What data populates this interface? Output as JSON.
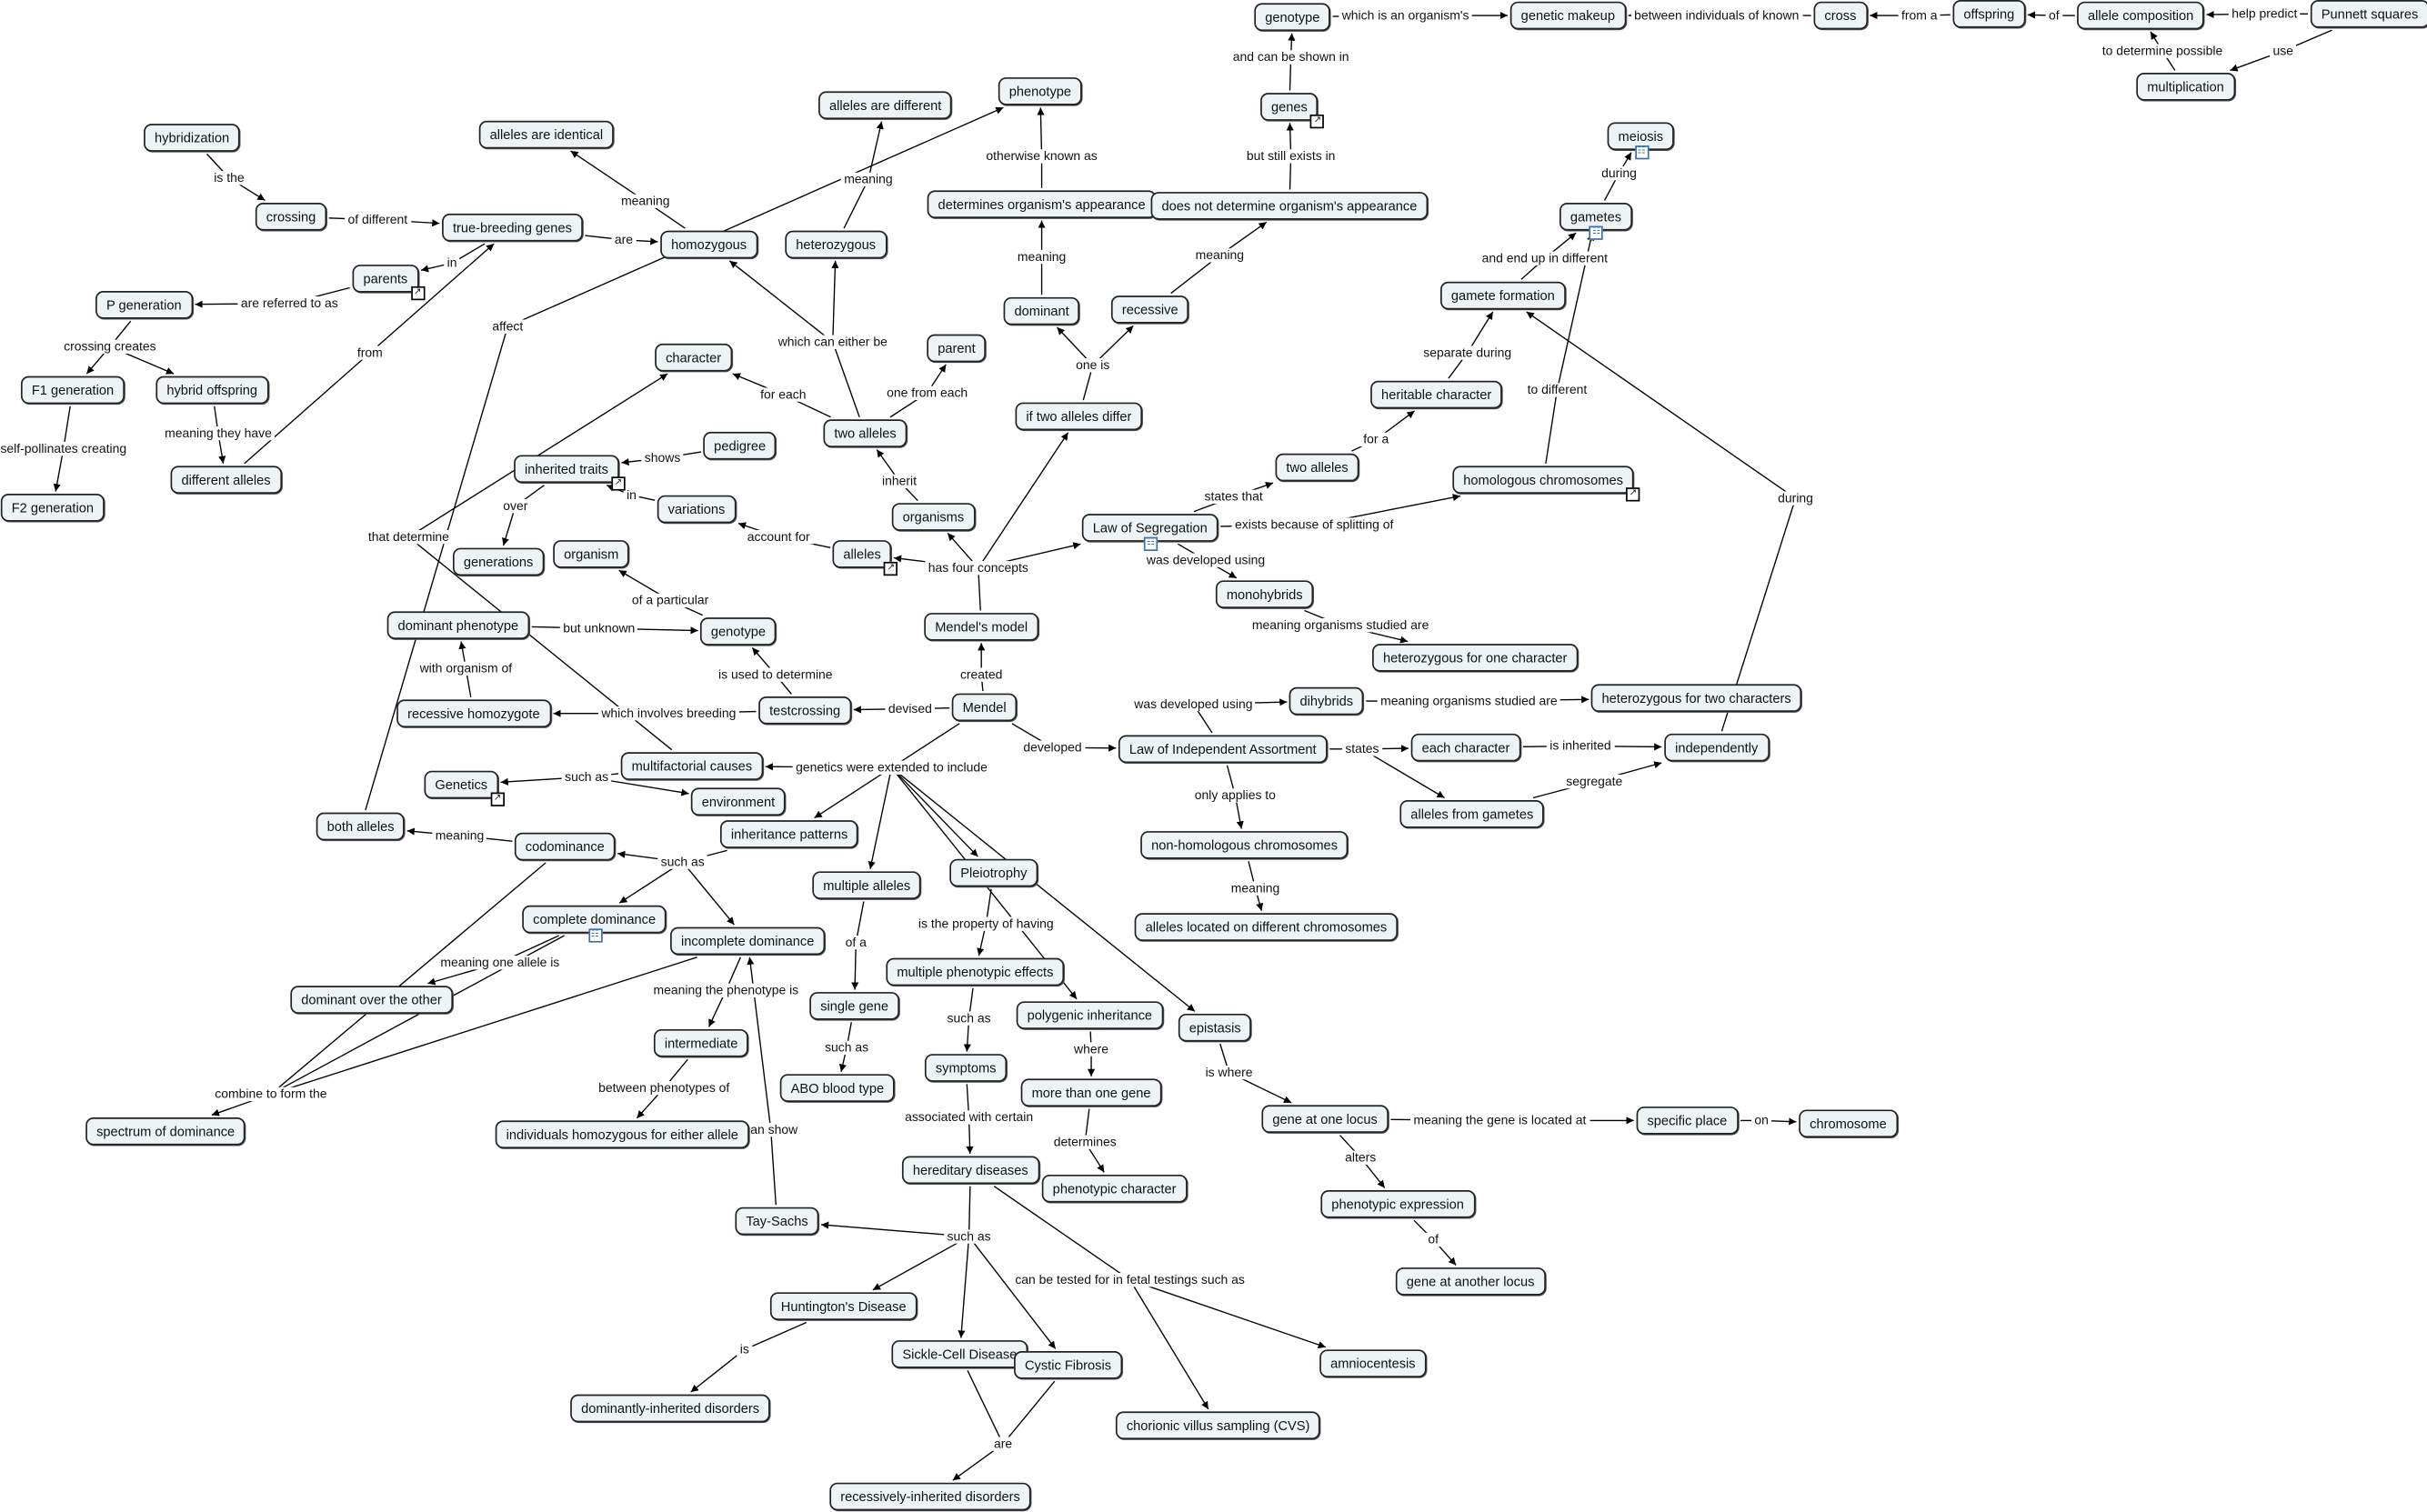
{
  "nodes": [
    {
      "id": "genotype_top",
      "text": "genotype"
    },
    {
      "id": "genetic_makeup",
      "text": "genetic makeup"
    },
    {
      "id": "cross",
      "text": "cross"
    },
    {
      "id": "offspring",
      "text": "offspring"
    },
    {
      "id": "allele_composition",
      "text": "allele composition"
    },
    {
      "id": "punnett",
      "text": "Punnett squares"
    },
    {
      "id": "multiplication",
      "text": "multiplication"
    },
    {
      "id": "genes",
      "text": "genes",
      "icon": "shortcut"
    },
    {
      "id": "phenotype",
      "text": "phenotype"
    },
    {
      "id": "alleles_different",
      "text": "alleles are different"
    },
    {
      "id": "alleles_identical",
      "text": "alleles are identical"
    },
    {
      "id": "hybridization",
      "text": "hybridization"
    },
    {
      "id": "meiosis",
      "text": "meiosis",
      "icon": "cmap"
    },
    {
      "id": "determines",
      "text": "determines organism's appearance"
    },
    {
      "id": "doesnot",
      "text": "does not determine organism's appearance"
    },
    {
      "id": "gametes",
      "text": "gametes",
      "icon": "cmap"
    },
    {
      "id": "crossing",
      "text": "crossing"
    },
    {
      "id": "truebreeding",
      "text": "true-breeding genes"
    },
    {
      "id": "homozygous",
      "text": "homozygous"
    },
    {
      "id": "heterozygous",
      "text": "heterozygous"
    },
    {
      "id": "parents",
      "text": "parents",
      "icon": "shortcut"
    },
    {
      "id": "gamete_formation",
      "text": "gamete formation"
    },
    {
      "id": "pgen",
      "text": "P generation"
    },
    {
      "id": "dominant",
      "text": "dominant"
    },
    {
      "id": "recessive",
      "text": "recessive"
    },
    {
      "id": "character",
      "text": "character"
    },
    {
      "id": "parent",
      "text": "parent"
    },
    {
      "id": "f1",
      "text": "F1 generation"
    },
    {
      "id": "hybrid_offspring",
      "text": "hybrid offspring"
    },
    {
      "id": "heritable",
      "text": "heritable character"
    },
    {
      "id": "iftwo",
      "text": "if two alleles differ"
    },
    {
      "id": "two_alleles",
      "text": "two alleles"
    },
    {
      "id": "pedigree",
      "text": "pedigree"
    },
    {
      "id": "inherited_traits",
      "text": "inherited traits",
      "icon": "shortcut"
    },
    {
      "id": "two_alleles2",
      "text": "two alleles"
    },
    {
      "id": "homologous",
      "text": "homologous chromosomes",
      "icon": "shortcut"
    },
    {
      "id": "different_alleles",
      "text": "different alleles"
    },
    {
      "id": "f2",
      "text": "F2 generation"
    },
    {
      "id": "variations",
      "text": "variations"
    },
    {
      "id": "organisms",
      "text": "organisms"
    },
    {
      "id": "law_seg",
      "text": "Law of Segregation",
      "icon": "cmap"
    },
    {
      "id": "organism",
      "text": "organism"
    },
    {
      "id": "alleles",
      "text": "alleles",
      "icon": "shortcut"
    },
    {
      "id": "generations",
      "text": "generations"
    },
    {
      "id": "monohybrids",
      "text": "monohybrids"
    },
    {
      "id": "mendels_model",
      "text": "Mendel's model"
    },
    {
      "id": "dominant_phenotype",
      "text": "dominant phenotype"
    },
    {
      "id": "genotype_mid",
      "text": "genotype"
    },
    {
      "id": "het_one",
      "text": "heterozygous for one character"
    },
    {
      "id": "dihybrids",
      "text": "dihybrids"
    },
    {
      "id": "het_two",
      "text": "heterozygous for two characters"
    },
    {
      "id": "mendel",
      "text": "Mendel"
    },
    {
      "id": "testcrossing",
      "text": "testcrossing"
    },
    {
      "id": "recessive_homozygote",
      "text": "recessive homozygote"
    },
    {
      "id": "law_ia",
      "text": "Law of Independent Assortment"
    },
    {
      "id": "each_character",
      "text": "each character"
    },
    {
      "id": "independently",
      "text": "independently"
    },
    {
      "id": "multifactorial",
      "text": "multifactorial causes"
    },
    {
      "id": "genetics",
      "text": "Genetics",
      "icon": "shortcut"
    },
    {
      "id": "environment",
      "text": "environment"
    },
    {
      "id": "alleles_gametes",
      "text": "alleles from gametes"
    },
    {
      "id": "both_alleles",
      "text": "both alleles"
    },
    {
      "id": "inheritance_patterns",
      "text": "inheritance patterns"
    },
    {
      "id": "codominance",
      "text": "codominance"
    },
    {
      "id": "nonhomologous",
      "text": "non-homologous chromosomes"
    },
    {
      "id": "multiple_alleles",
      "text": "multiple alleles"
    },
    {
      "id": "pleiotrophy",
      "text": "Pleiotrophy"
    },
    {
      "id": "complete_dominance",
      "text": "complete dominance",
      "icon": "cmap"
    },
    {
      "id": "incomplete_dominance",
      "text": "incomplete dominance"
    },
    {
      "id": "alleles_located",
      "text": "alleles located on different chromosomes"
    },
    {
      "id": "multiple_effects",
      "text": "multiple phenotypic effects"
    },
    {
      "id": "dominant_over",
      "text": "dominant over the other"
    },
    {
      "id": "single_gene",
      "text": "single gene"
    },
    {
      "id": "polygenic",
      "text": "polygenic inheritance"
    },
    {
      "id": "epistasis",
      "text": "epistasis"
    },
    {
      "id": "intermediate",
      "text": "intermediate"
    },
    {
      "id": "symptoms",
      "text": "symptoms"
    },
    {
      "id": "abo",
      "text": "ABO blood type"
    },
    {
      "id": "more_than_one",
      "text": "more than one gene"
    },
    {
      "id": "gene_one_locus",
      "text": "gene at one locus"
    },
    {
      "id": "specific_place",
      "text": "specific place"
    },
    {
      "id": "chromosome",
      "text": "chromosome"
    },
    {
      "id": "spectrum",
      "text": "spectrum of dominance"
    },
    {
      "id": "individuals_homo",
      "text": "individuals homozygous for either allele"
    },
    {
      "id": "hereditary",
      "text": "hereditary diseases"
    },
    {
      "id": "phenotypic_character",
      "text": "phenotypic character"
    },
    {
      "id": "phenotypic_expression",
      "text": "phenotypic expression"
    },
    {
      "id": "taysachs",
      "text": "Tay-Sachs"
    },
    {
      "id": "gene_another_locus",
      "text": "gene at another locus"
    },
    {
      "id": "huntingtons",
      "text": "Huntington's Disease"
    },
    {
      "id": "sickle",
      "text": "Sickle-Cell Disease"
    },
    {
      "id": "cystic",
      "text": "Cystic Fibrosis"
    },
    {
      "id": "amnio",
      "text": "amniocentesis"
    },
    {
      "id": "dominantly",
      "text": "dominantly-inherited disorders"
    },
    {
      "id": "cvs",
      "text": "chorionic villus sampling (CVS)"
    },
    {
      "id": "recessively",
      "text": "recessively-inherited disorders"
    }
  ],
  "links": [
    {
      "label": "which is an organism's",
      "from": "genotype_top",
      "to": [
        "genetic_makeup"
      ]
    },
    {
      "label": "between individuals of known",
      "from": "cross",
      "to": [
        "genetic_makeup"
      ]
    },
    {
      "label": "from a",
      "from": "offspring",
      "to": [
        "cross"
      ]
    },
    {
      "label": "of",
      "from": "allele_composition",
      "to": [
        "offspring"
      ]
    },
    {
      "label": "help predict",
      "from": "punnett",
      "to": [
        "allele_composition"
      ]
    },
    {
      "label": "use",
      "from": "punnett",
      "to": [
        "multiplication"
      ]
    },
    {
      "label": "to determine possible",
      "from": "multiplication",
      "to": [
        "allele_composition"
      ]
    },
    {
      "label": "and can be shown in",
      "from": "genes",
      "to": [
        "genotype_top"
      ]
    },
    {
      "label": "but still exists in",
      "from": "doesnot",
      "to": [
        "genes"
      ]
    },
    {
      "label": "otherwise known as",
      "from": "determines",
      "to": [
        "phenotype"
      ]
    },
    {
      "label": "meaning",
      "from": "dominant",
      "to": [
        "determines"
      ]
    },
    {
      "label": "meaning",
      "from": "recessive",
      "to": [
        "doesnot"
      ]
    },
    {
      "label": "one is",
      "from": "iftwo",
      "to": [
        "dominant",
        "recessive"
      ]
    },
    {
      "label": "meaning",
      "from": "heterozygous",
      "to": [
        "alleles_different"
      ]
    },
    {
      "label": "meaning",
      "from": "homozygous",
      "to": [
        "alleles_identical"
      ]
    },
    {
      "label": "during",
      "from": "gametes",
      "to": [
        "meiosis"
      ]
    },
    {
      "label": "and end up in different",
      "from": "gamete_formation",
      "to": [
        "gametes"
      ]
    },
    {
      "label": "separate during",
      "from": "heritable",
      "to": [
        "gamete_formation"
      ]
    },
    {
      "label": "for a",
      "from": "two_alleles2",
      "to": [
        "heritable"
      ]
    },
    {
      "label": "to different",
      "from": "homologous",
      "to": [
        "gametes"
      ]
    },
    {
      "label": "during",
      "from": "independently",
      "to": [
        "gamete_formation"
      ]
    },
    {
      "label": "is the",
      "from": "hybridization",
      "to": [
        "crossing"
      ]
    },
    {
      "label": "of different",
      "from": "crossing",
      "to": [
        "truebreeding"
      ]
    },
    {
      "label": "are",
      "from": "truebreeding",
      "to": [
        "homozygous"
      ]
    },
    {
      "label": "in",
      "from": "truebreeding",
      "to": [
        "parents"
      ]
    },
    {
      "label": "are referred to as",
      "from": "parents",
      "to": [
        "pgen"
      ]
    },
    {
      "label": "crossing creates",
      "from": "pgen",
      "to": [
        "f1",
        "hybrid_offspring"
      ]
    },
    {
      "label": "self-pollinates creating",
      "from": "f1",
      "to": [
        "f2"
      ]
    },
    {
      "label": "meaning they have",
      "from": "hybrid_offspring",
      "to": [
        "different_alleles"
      ]
    },
    {
      "label": "from",
      "from": "different_alleles",
      "to": [
        "truebreeding"
      ]
    },
    {
      "label": "affect",
      "from": "both_alleles",
      "to": [
        "phenotype"
      ]
    },
    {
      "label": "that determine",
      "from": "multifactorial",
      "to": [
        "character"
      ]
    },
    {
      "label": "which can either be",
      "from": "two_alleles",
      "to": [
        "homozygous",
        "heterozygous"
      ]
    },
    {
      "label": "for each",
      "from": "two_alleles",
      "to": [
        "character"
      ]
    },
    {
      "label": "one from each",
      "from": "two_alleles",
      "to": [
        "parent"
      ]
    },
    {
      "label": "inherit",
      "from": "organisms",
      "to": [
        "two_alleles"
      ]
    },
    {
      "label": "has four concepts",
      "from": "mendels_model",
      "to": [
        "organisms",
        "alleles",
        "iftwo",
        "law_seg"
      ]
    },
    {
      "label": "shows",
      "from": "pedigree",
      "to": [
        "inherited_traits"
      ]
    },
    {
      "label": "over",
      "from": "inherited_traits",
      "to": [
        "generations"
      ]
    },
    {
      "label": "in",
      "from": "variations",
      "to": [
        "inherited_traits"
      ]
    },
    {
      "label": "account for",
      "from": "alleles",
      "to": [
        "variations"
      ]
    },
    {
      "label": "of a particular",
      "from": "genotype_mid",
      "to": [
        "organism"
      ]
    },
    {
      "label": "but unknown",
      "from": "dominant_phenotype",
      "to": [
        "genotype_mid"
      ]
    },
    {
      "label": "with organism of",
      "from": "recessive_homozygote",
      "to": [
        "dominant_phenotype"
      ]
    },
    {
      "label": "is used to determine",
      "from": "testcrossing",
      "to": [
        "genotype_mid"
      ]
    },
    {
      "label": "which involves breeding",
      "from": "testcrossing",
      "to": [
        "recessive_homozygote"
      ]
    },
    {
      "label": "devised",
      "from": "mendel",
      "to": [
        "testcrossing"
      ]
    },
    {
      "label": "created",
      "from": "mendel",
      "to": [
        "mendels_model"
      ]
    },
    {
      "label": "developed",
      "from": "mendel",
      "to": [
        "law_ia"
      ]
    },
    {
      "label": "states that",
      "from": "law_seg",
      "to": [
        "two_alleles2"
      ]
    },
    {
      "label": "exists because of splitting of",
      "from": "law_seg",
      "to": [
        "homologous"
      ]
    },
    {
      "label": "was developed using",
      "from": "law_seg",
      "to": [
        "monohybrids"
      ]
    },
    {
      "label": "meaning organisms studied are",
      "from": "monohybrids",
      "to": [
        "het_one"
      ]
    },
    {
      "label": "was developed using",
      "from": "law_ia",
      "to": [
        "dihybrids"
      ]
    },
    {
      "label": "meaning organisms studied are",
      "from": "dihybrids",
      "to": [
        "het_two"
      ]
    },
    {
      "label": "states",
      "from": "law_ia",
      "to": [
        "each_character",
        "alleles_gametes"
      ]
    },
    {
      "label": "is inherited",
      "from": "each_character",
      "to": [
        "independently"
      ]
    },
    {
      "label": "segregate",
      "from": "alleles_gametes",
      "to": [
        "independently"
      ]
    },
    {
      "label": "only applies to",
      "from": "law_ia",
      "to": [
        "nonhomologous"
      ]
    },
    {
      "label": "meaning",
      "from": "nonhomologous",
      "to": [
        "alleles_located"
      ]
    },
    {
      "label": "genetics were extended to include",
      "from": "mendel",
      "to": [
        "multifactorial",
        "inheritance_patterns",
        "multiple_alleles",
        "pleiotrophy",
        "polygenic",
        "epistasis"
      ]
    },
    {
      "label": "such as",
      "from": "multifactorial",
      "to": [
        "genetics",
        "environment"
      ]
    },
    {
      "label": "meaning",
      "from": "codominance",
      "to": [
        "both_alleles"
      ]
    },
    {
      "label": "such as",
      "from": "inheritance_patterns",
      "to": [
        "codominance",
        "complete_dominance",
        "incomplete_dominance"
      ]
    },
    {
      "label": "meaning one allele is",
      "from": "complete_dominance",
      "to": [
        "dominant_over"
      ]
    },
    {
      "label": "meaning the phenotype is",
      "from": "incomplete_dominance",
      "to": [
        "intermediate"
      ]
    },
    {
      "label": "between phenotypes of",
      "from": "intermediate",
      "to": [
        "individuals_homo"
      ]
    },
    {
      "label": "combine to form the",
      "from": "codominance",
      "also_from": [
        "complete_dominance",
        "incomplete_dominance"
      ],
      "to": [
        "spectrum"
      ]
    },
    {
      "label": "can show",
      "from": "taysachs",
      "to": [
        "incomplete_dominance"
      ]
    },
    {
      "label": "of a",
      "from": "multiple_alleles",
      "to": [
        "single_gene"
      ]
    },
    {
      "label": "such as",
      "from": "single_gene",
      "to": [
        "abo"
      ]
    },
    {
      "label": "is the property of having",
      "from": "pleiotrophy",
      "to": [
        "multiple_effects"
      ]
    },
    {
      "label": "such as",
      "from": "multiple_effects",
      "to": [
        "symptoms"
      ]
    },
    {
      "label": "associated with certain",
      "from": "symptoms",
      "to": [
        "hereditary"
      ]
    },
    {
      "label": "where",
      "from": "polygenic",
      "to": [
        "more_than_one"
      ]
    },
    {
      "label": "determines",
      "from": "more_than_one",
      "to": [
        "phenotypic_character"
      ]
    },
    {
      "label": "is where",
      "from": "epistasis",
      "to": [
        "gene_one_locus"
      ]
    },
    {
      "label": "meaning the gene is located at",
      "from": "gene_one_locus",
      "to": [
        "specific_place"
      ]
    },
    {
      "label": "on",
      "from": "specific_place",
      "to": [
        "chromosome"
      ]
    },
    {
      "label": "alters",
      "from": "gene_one_locus",
      "to": [
        "phenotypic_expression"
      ]
    },
    {
      "label": "of",
      "from": "phenotypic_expression",
      "to": [
        "gene_another_locus"
      ]
    },
    {
      "label": "such as",
      "from": "hereditary",
      "to": [
        "taysachs",
        "huntingtons",
        "sickle",
        "cystic"
      ]
    },
    {
      "label": "can be tested for in fetal testings such as",
      "from": "hereditary",
      "to": [
        "amnio",
        "cvs"
      ]
    },
    {
      "label": "is",
      "from": "huntingtons",
      "to": [
        "dominantly"
      ]
    },
    {
      "label": "are",
      "from": "sickle",
      "also_from": [
        "cystic"
      ],
      "to": [
        "recessively"
      ]
    }
  ],
  "icons": {
    "shortcut": "shortcut-arrow-icon",
    "cmap": "concept-map-icon"
  },
  "colors": {
    "node_fill": "#eef3f5",
    "node_border": "#222222",
    "cmap_icon": "#3a6fb0"
  }
}
